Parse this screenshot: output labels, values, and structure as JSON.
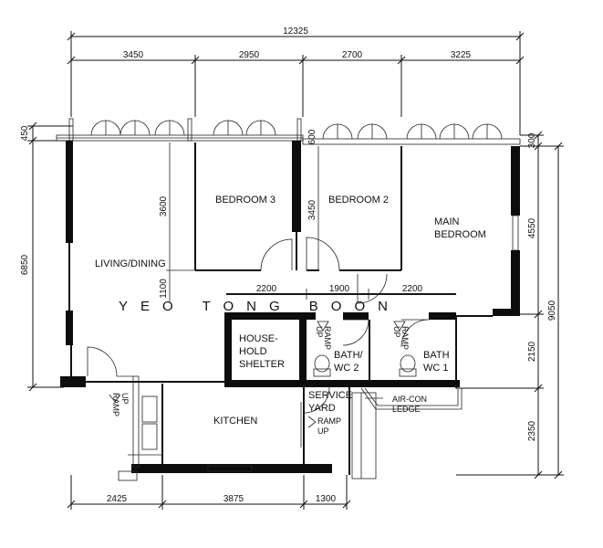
{
  "dimensions": {
    "overall_top": "12325",
    "top": [
      "3450",
      "2950",
      "2700",
      "3225"
    ],
    "bottom": [
      "2425",
      "3875",
      "1300"
    ],
    "left": [
      "450",
      "6850"
    ],
    "right": [
      "300",
      "4550",
      "2150",
      "2350"
    ],
    "right_overall": "9050",
    "inner_living_a": "3600",
    "inner_living_b": "1100",
    "inner_bed": "3450",
    "inner_bed_b": "600",
    "inner_corr_a": "2200",
    "inner_corr_b": "1900",
    "inner_corr_c": "2200"
  },
  "rooms": {
    "bedroom3": "BEDROOM 3",
    "bedroom2": "BEDROOM 2",
    "main_bedroom": [
      "MAIN",
      "BEDROOM"
    ],
    "living": "LIVING/DINING",
    "shelter": [
      "HOUSE-",
      "HOLD",
      "SHELTER"
    ],
    "bath2": [
      "BATH/",
      "WC 2"
    ],
    "bath1": [
      "BATH",
      "WC 1"
    ],
    "service": [
      "SERVICE",
      "YARD"
    ],
    "kitchen": "KITCHEN",
    "aircon": [
      "AIR-CON",
      "LEDGE"
    ]
  },
  "labels": {
    "ramp_up": [
      "RAMP",
      "UP"
    ]
  },
  "watermark": "YEO TONG BOON"
}
